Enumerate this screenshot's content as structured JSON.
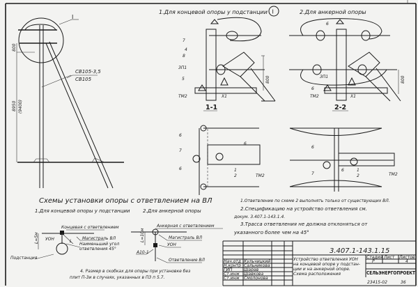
{
  "views": {
    "view1_title": "1.Для концевой опоры у подстанции",
    "node_mark": "I",
    "view2_title": "2.Для анкерной опоры"
  },
  "pole": {
    "node_callout": "I",
    "strut_label_top": "СВ105-3,5",
    "strut_label_bottom": "СВ105",
    "dim_top": "800",
    "dim_height": "8950",
    "dim_height_alt": "(9400)"
  },
  "section_1_1": {
    "title": "1-1",
    "labels": [
      "7",
      "4",
      "8",
      "ЗП1",
      "5",
      "ТМ2",
      "Х1",
      "800"
    ]
  },
  "section_2_2": {
    "title": "2-2",
    "labels": [
      "6",
      "ЗП1",
      "6",
      "ТМ2",
      "Х1",
      "800"
    ]
  },
  "plan_1": {
    "labels": [
      "6",
      "7",
      "6",
      "6",
      "1",
      "2",
      "ТМ2"
    ]
  },
  "plan_2": {
    "labels": [
      "6",
      "7",
      "6",
      "1",
      "2",
      "ТМ2"
    ]
  },
  "schemes": {
    "title": "Схемы установки опоры с ответвлением на ВЛ",
    "sub1": "1.Для концевой опоры у подстанции",
    "sub2": "2.Для анкерной опоры",
    "s1": {
      "pole_type": "Концевая с ответвлением",
      "main_line": "Магистраль ВЛ",
      "min_angle_1": "Наименьший угол",
      "min_angle_2": "ответвления 45°",
      "uon": "УОН",
      "dim": "L=5м",
      "substation": "Подстанция",
      "angle_mark": "L"
    },
    "s2": {
      "pole_type": "Анкерная с ответвлением",
      "main_line": "Магистраль ВЛ",
      "uon": "УОН",
      "dim": "L=10м",
      "pole_a": "А10-1",
      "branch": "Ответвление ВЛ"
    },
    "note4_line1": "4. Размер в скобках для опоры при установке без",
    "note4_line2": "плит П-3и в случаях, указанных в ПЗ п 5.7."
  },
  "notes": [
    "1.Ответвление по схеме 2 выполнять только от существующих ВЛ.",
    "2.Спецификацию на устройство ответвления см.",
    "докум. 3.407.1-143.1.4.",
    "3.Трасса ответвления не должна отклоняться от",
    "указанного более чем на 45°"
  ],
  "title_block": {
    "doc_code": "3.407.1-143.1.15",
    "staff": [
      {
        "role": "Нач.отд",
        "name": "Кульчицкий"
      },
      {
        "role": "Н.контр",
        "name": "Сальникова"
      },
      {
        "role": "ГИП",
        "name": "Шарав"
      },
      {
        "role": "Ст.инж",
        "name": "Шавкова"
      },
      {
        "role": "Ст.инж",
        "name": "Смолонова"
      }
    ],
    "description": [
      "Устройство ответвления УОН",
      "на концевой опоре у подстан-",
      "ции и на анкерной опоре.",
      "Схема расположения"
    ],
    "stage_label": "Стадия",
    "sheet_label": "Лист",
    "sheets_label": "Листов",
    "stage": "Р",
    "sheets": "4",
    "organization": "СЕЛЬЭНЕРГОПРОЕКТ",
    "archive_no": "23415-02",
    "page_no": "36"
  }
}
